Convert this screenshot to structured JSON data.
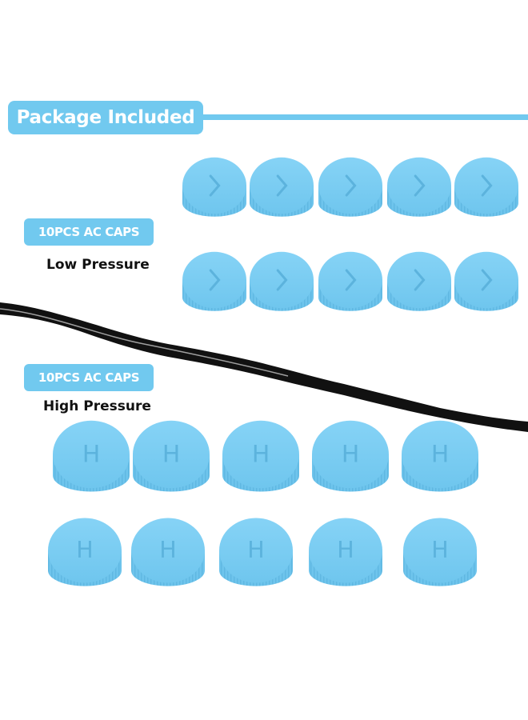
{
  "header": {
    "title": "Package Included"
  },
  "low": {
    "badge": "10PCS AC CAPS",
    "caption": "Low Pressure",
    "cap_icon": "chevron-right-icon"
  },
  "high": {
    "badge": "10PCS AC CAPS",
    "caption": "High Pressure",
    "cap_letter": "H"
  },
  "colors": {
    "accent": "#71c9ef",
    "cap": "#7ccdf3",
    "divider": "#111111"
  }
}
